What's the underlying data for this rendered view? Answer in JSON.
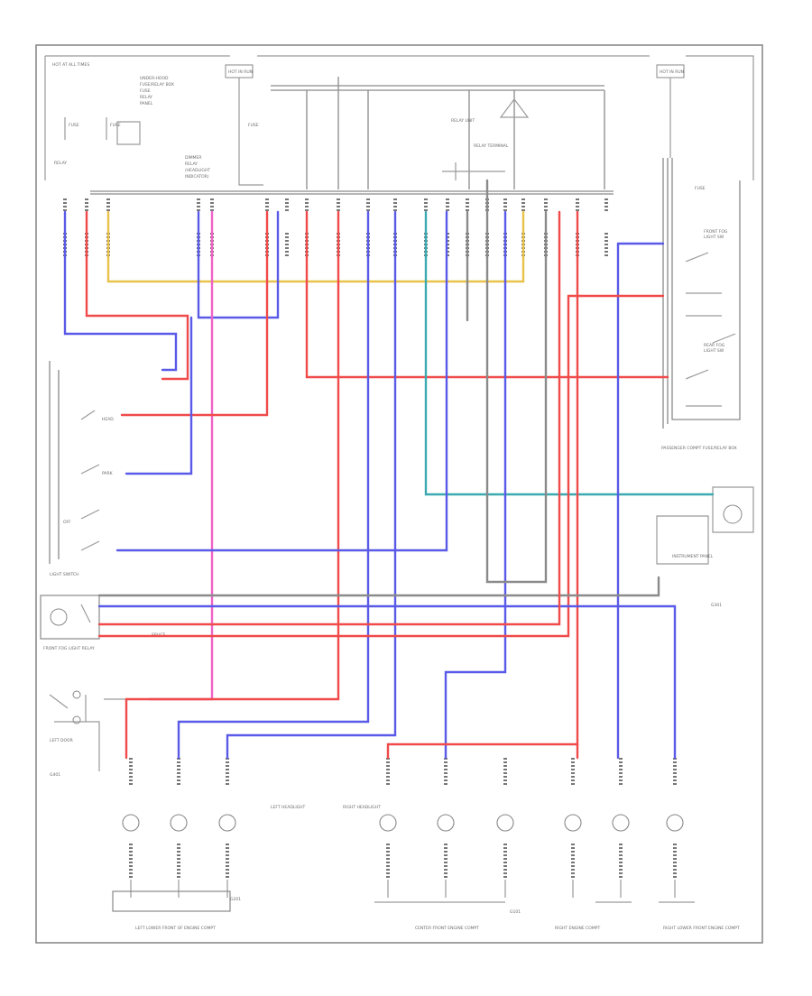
{
  "diagram": {
    "title": "",
    "colors": {
      "blue": "#5a5ae8",
      "red": "#f04a4a",
      "pink": "#ee62c8",
      "yellow": "#e8c24a",
      "teal": "#3aaab0",
      "gray": "#8a8a8a"
    },
    "labels": {
      "hot_at_all_times": "HOT AT ALL TIMES",
      "hot_run_left": "HOT IN RUN",
      "hot_run_right": "HOT IN RUN",
      "light_switch": "LIGHT SWITCH",
      "fog_light_relay": "FRONT FOG LIGHT RELAY",
      "left_headlight": "LEFT HEADLIGHT",
      "right_headlight": "RIGHT HEADLIGHT",
      "left_lower_fender": "LEFT LOWER FRONT OF ENGINE COMPT",
      "center_front": "CENTER FRONT ENGINE COMPT",
      "right_engine_compt": "RIGHT ENGINE COMPT",
      "right_lower_front": "RIGHT LOWER FRONT ENGINE COMPT",
      "passenger_junction": "PASSENGER COMPT FUSE/RELAY BOX",
      "instrument_panel": "INSTRUMENT PANEL",
      "fuse_box": "UNDER-HOOD FUSE/RELAY BOX",
      "g_left": "G201",
      "g_right": "G301",
      "g_center": "G101"
    }
  }
}
